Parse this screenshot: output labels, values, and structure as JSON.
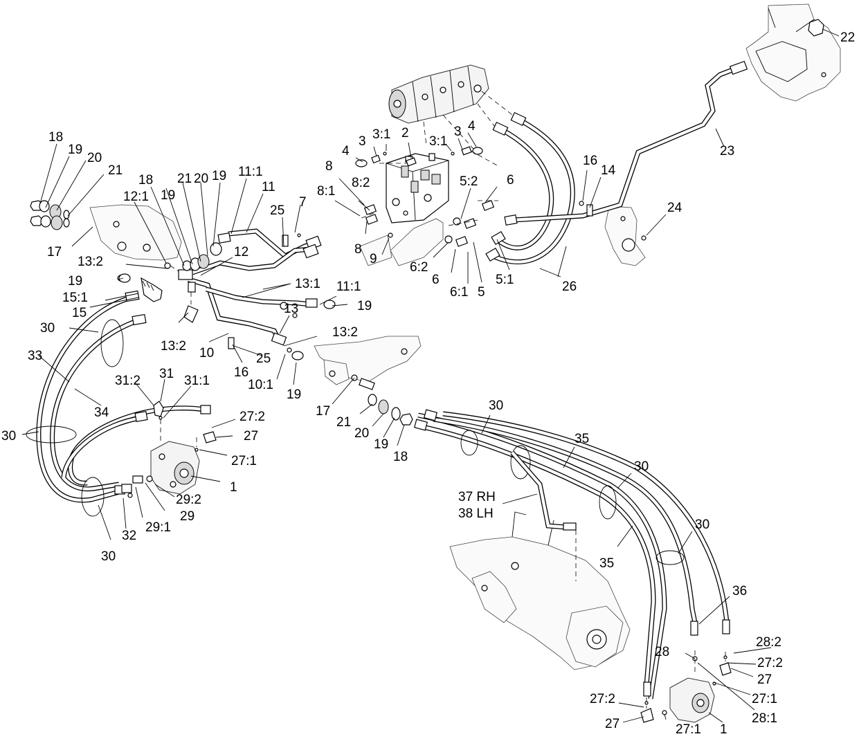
{
  "callouts": {
    "n18_a": "18",
    "n19_a": "19",
    "n20_a": "20",
    "n21_a": "21",
    "n17_a": "17",
    "n12_1": "12:1",
    "n18_b": "18",
    "n19_b": "19",
    "n21_b": "21",
    "n20_b": "20",
    "n19_c": "19",
    "n11_1_a": "11:1",
    "n11": "11",
    "n25_a": "25",
    "n7": "7",
    "n8_a": "8",
    "n8_1": "8:1",
    "n8_2": "8:2",
    "n8_b": "8",
    "n9": "9",
    "n4_a": "4",
    "n3_a": "3",
    "n3_1_a": "3:1",
    "n2": "2",
    "n3_1_b": "3:1",
    "n3_b": "3",
    "n4_b": "4",
    "n5_2": "5:2",
    "n6_a": "6",
    "n6_2": "6:2",
    "n6_b": "6",
    "n6_1": "6:1",
    "n5": "5",
    "n5_1": "5:1",
    "n16_a": "16",
    "n14": "14",
    "n23": "23",
    "n22": "22",
    "n24": "24",
    "n26": "26",
    "n13_2_a": "13:2",
    "n12": "12",
    "n13_1": "13:1",
    "n11_1_b": "11:1",
    "n19_d": "19",
    "n19_e": "19",
    "n15_1": "15:1",
    "n15": "15",
    "n13_2_b": "13:2",
    "n30_a": "30",
    "n33": "33",
    "n10": "10",
    "n16_b": "16",
    "n13": "13",
    "n13_2_c": "13:2",
    "n25_b": "25",
    "n10_1": "10:1",
    "n19_f": "19",
    "n31_2": "31:2",
    "n31": "31",
    "n31_1": "31:1",
    "n34": "34",
    "n30_b": "30",
    "n27_2_a": "27:2",
    "n27_a": "27",
    "n27_1_a": "27:1",
    "n1_a": "1",
    "n29_2": "29:2",
    "n29": "29",
    "n29_1": "29:1",
    "n32": "32",
    "n30_c": "30",
    "n17_b": "17",
    "n21_c": "21",
    "n20_c": "20",
    "n19_g": "19",
    "n18_c": "18",
    "n30_d": "30",
    "n35_a": "35",
    "n30_e": "30",
    "n37_rh": "37 RH",
    "n38_lh": "38 LH",
    "n35_b": "35",
    "n30_f": "30",
    "n36": "36",
    "n28_2": "28:2",
    "n28": "28",
    "n27_2_b": "27:2",
    "n27_b": "27",
    "n27_1_b": "27:1",
    "n27_2_c": "27:2",
    "n28_1": "28:1",
    "n27_c": "27",
    "n27_1_c": "27:1",
    "n1_b": "1"
  }
}
